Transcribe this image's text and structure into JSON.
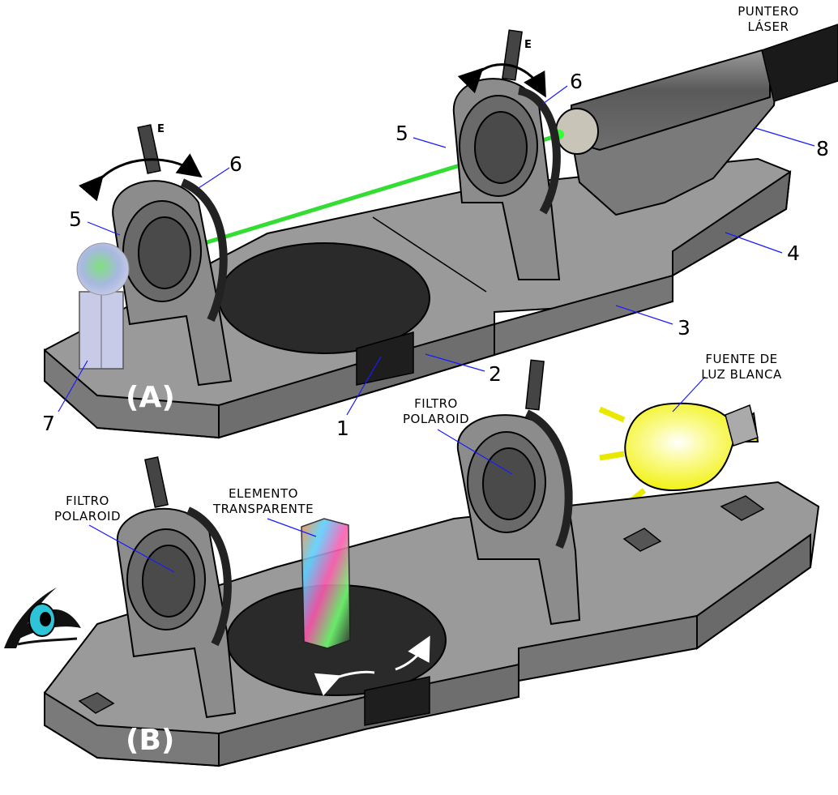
{
  "labels": {
    "n1": "1",
    "n2": "2",
    "n3": "3",
    "n4": "4",
    "n5a": "5",
    "n5b": "5",
    "n6a": "6",
    "n6b": "6",
    "n7": "7",
    "n8": "8",
    "e1": "E",
    "e2": "E",
    "setup_a": "(A)",
    "setup_b": "(B)",
    "laser_line1": "PUNTERO",
    "laser_line2": "LÁSER",
    "white_light_line1": "FUENTE DE",
    "white_light_line2": "LUZ BLANCA",
    "polaroid_right_line1": "FILTRO",
    "polaroid_right_line2": "POLAROID",
    "polaroid_left_line1": "FILTRO",
    "polaroid_left_line2": "POLAROID",
    "element_line1": "ELEMENTO",
    "element_line2": "TRANSPARENTE"
  },
  "colors": {
    "laser_beam": "#33dd33",
    "bench_gray": "#8a8a8a",
    "bulb_yellow": "#f5f500",
    "leader_blue": "#1a1aff"
  }
}
